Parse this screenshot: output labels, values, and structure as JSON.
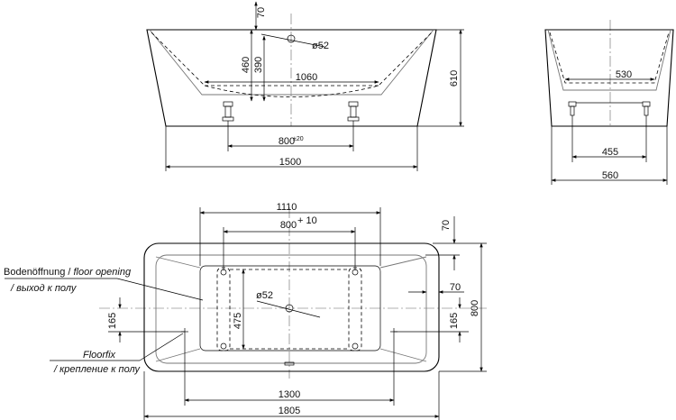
{
  "side_view": {
    "dims": {
      "d70": "70",
      "d460": "460",
      "d390": "390",
      "d1060": "1060",
      "d610": "610",
      "d800": "800",
      "tol": "±20",
      "d1500": "1500",
      "d52": "ø52"
    }
  },
  "end_view": {
    "dims": {
      "d530": "530",
      "d455": "455",
      "d560": "560"
    }
  },
  "top_view": {
    "dims": {
      "d1110": "1110",
      "d800": "800",
      "plus10": "+ 10",
      "d70_top": "70",
      "d70_right": "70",
      "d800_right": "800",
      "d165_left": "165",
      "d165_right": "165",
      "d475": "475",
      "d52": "ø52",
      "d1300": "1300",
      "d1805": "1805"
    },
    "labels": {
      "floor_opening_de": "Bodenöffnung /",
      "floor_opening_en": "floor opening",
      "floor_opening_ru": "/ выход к полу",
      "floorfix": "Floorfix",
      "floorfix_ru": "/ крепление к полу"
    }
  }
}
